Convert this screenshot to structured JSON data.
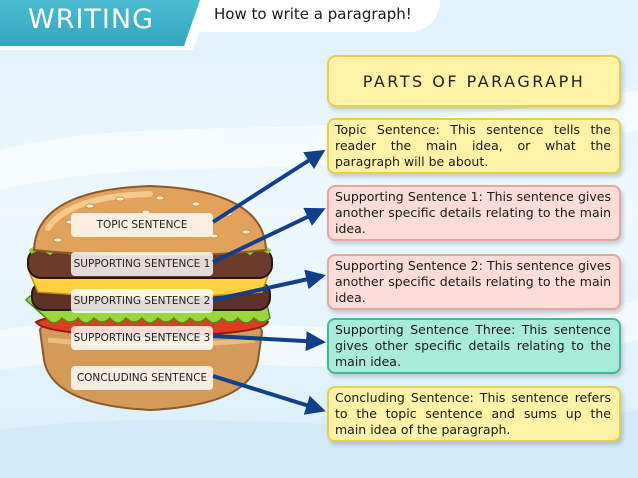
{
  "header": {
    "section_title": "WRITING",
    "subtitle": "How to write a paragraph!"
  },
  "panel": {
    "title": "PARTS OF PARAGRAPH"
  },
  "descriptions": [
    "Topic Sentence: This sentence tells the reader the main idea, or what the paragraph will be about.",
    "Supporting Sentence 1: This sentence gives another specific details relating to the main idea.",
    "Supporting Sentence 2: This sentence gives another specific details relating to the main idea.",
    "Supporting Sentence Three: This sentence gives other specific details relating to the main idea.",
    "Concluding Sentence: This sentence refers to the topic sentence and sums up the main idea of the paragraph."
  ],
  "burger_labels": [
    "TOPIC SENTENCE",
    "SUPPORTING SENTENCE 1",
    "SUPPORTING SENTENCE 2",
    "SUPPORTING SENTENCE 3",
    "CONCLUDING SENTENCE"
  ],
  "colors": {
    "header_teal": "#3db3ca",
    "box_yellow": "#fdf2a6",
    "box_pink": "#fbdcd6",
    "box_teal": "#a9ebd9",
    "arrow_blue": "#123f8c"
  },
  "illustration": "hamburger"
}
